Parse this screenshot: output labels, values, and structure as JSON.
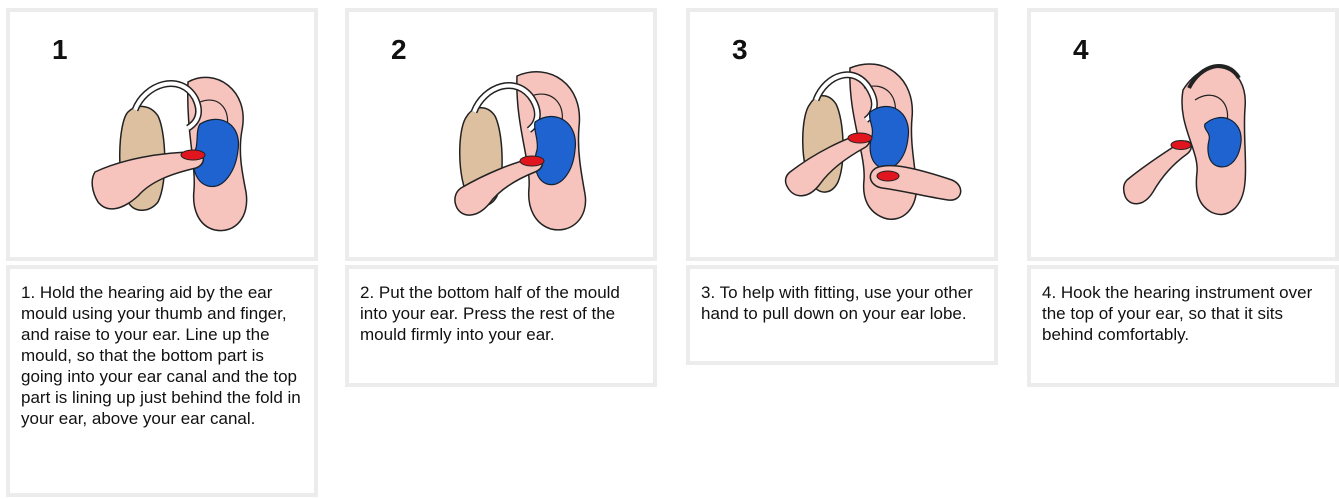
{
  "steps": [
    {
      "number": "1",
      "text": "1. Hold the hearing aid by the ear mould using your thumb and finger, and raise to your ear. Line up the mould, so that the bottom part is going into your ear canal and the top part is lining up just behind the fold in your ear, above your ear canal."
    },
    {
      "number": "2",
      "text": "2. Put the bottom half of the mould into your ear. Press the rest of the mould firmly into your ear."
    },
    {
      "number": "3",
      "text": "3. To help with fitting, use your other hand to pull down on your ear lobe."
    },
    {
      "number": "4",
      "text": "4. Hook the hearing instrument over the top of your ear, so that it sits behind comfortably."
    }
  ],
  "colors": {
    "skin": "#f6c3bd",
    "mould": "#1f63d0",
    "aid_body": "#dcc0a0",
    "nail": "#e0151e",
    "outline": "#222222"
  }
}
